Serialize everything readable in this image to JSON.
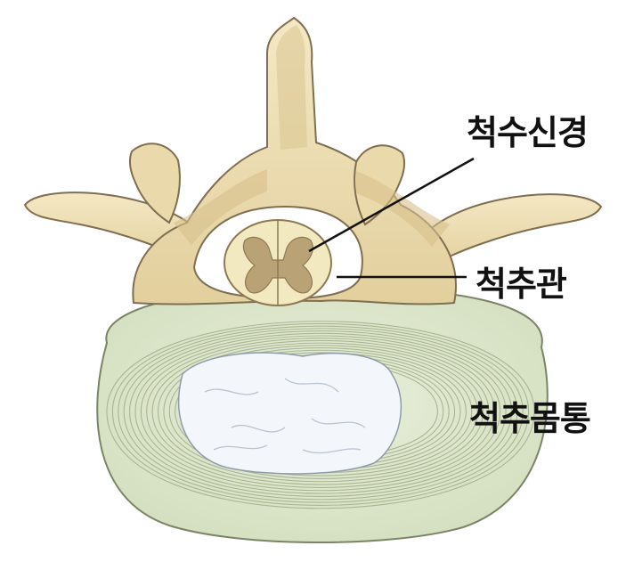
{
  "labels": {
    "spinal_cord": "척수신경",
    "spinal_canal": "척추관",
    "vertebral_body": "척추몸통"
  },
  "colors": {
    "bone": "#efe0b6",
    "bone_shadow": "#c9b383",
    "bone_outline": "#7f6e4f",
    "disc": "#dfe8cf",
    "disc_ring": "#a9b593",
    "nucleus": "#f3f6fa",
    "cord_outer": "#f3e9c0",
    "cord_gray": "#b9a275",
    "leader_line": "#111111"
  }
}
